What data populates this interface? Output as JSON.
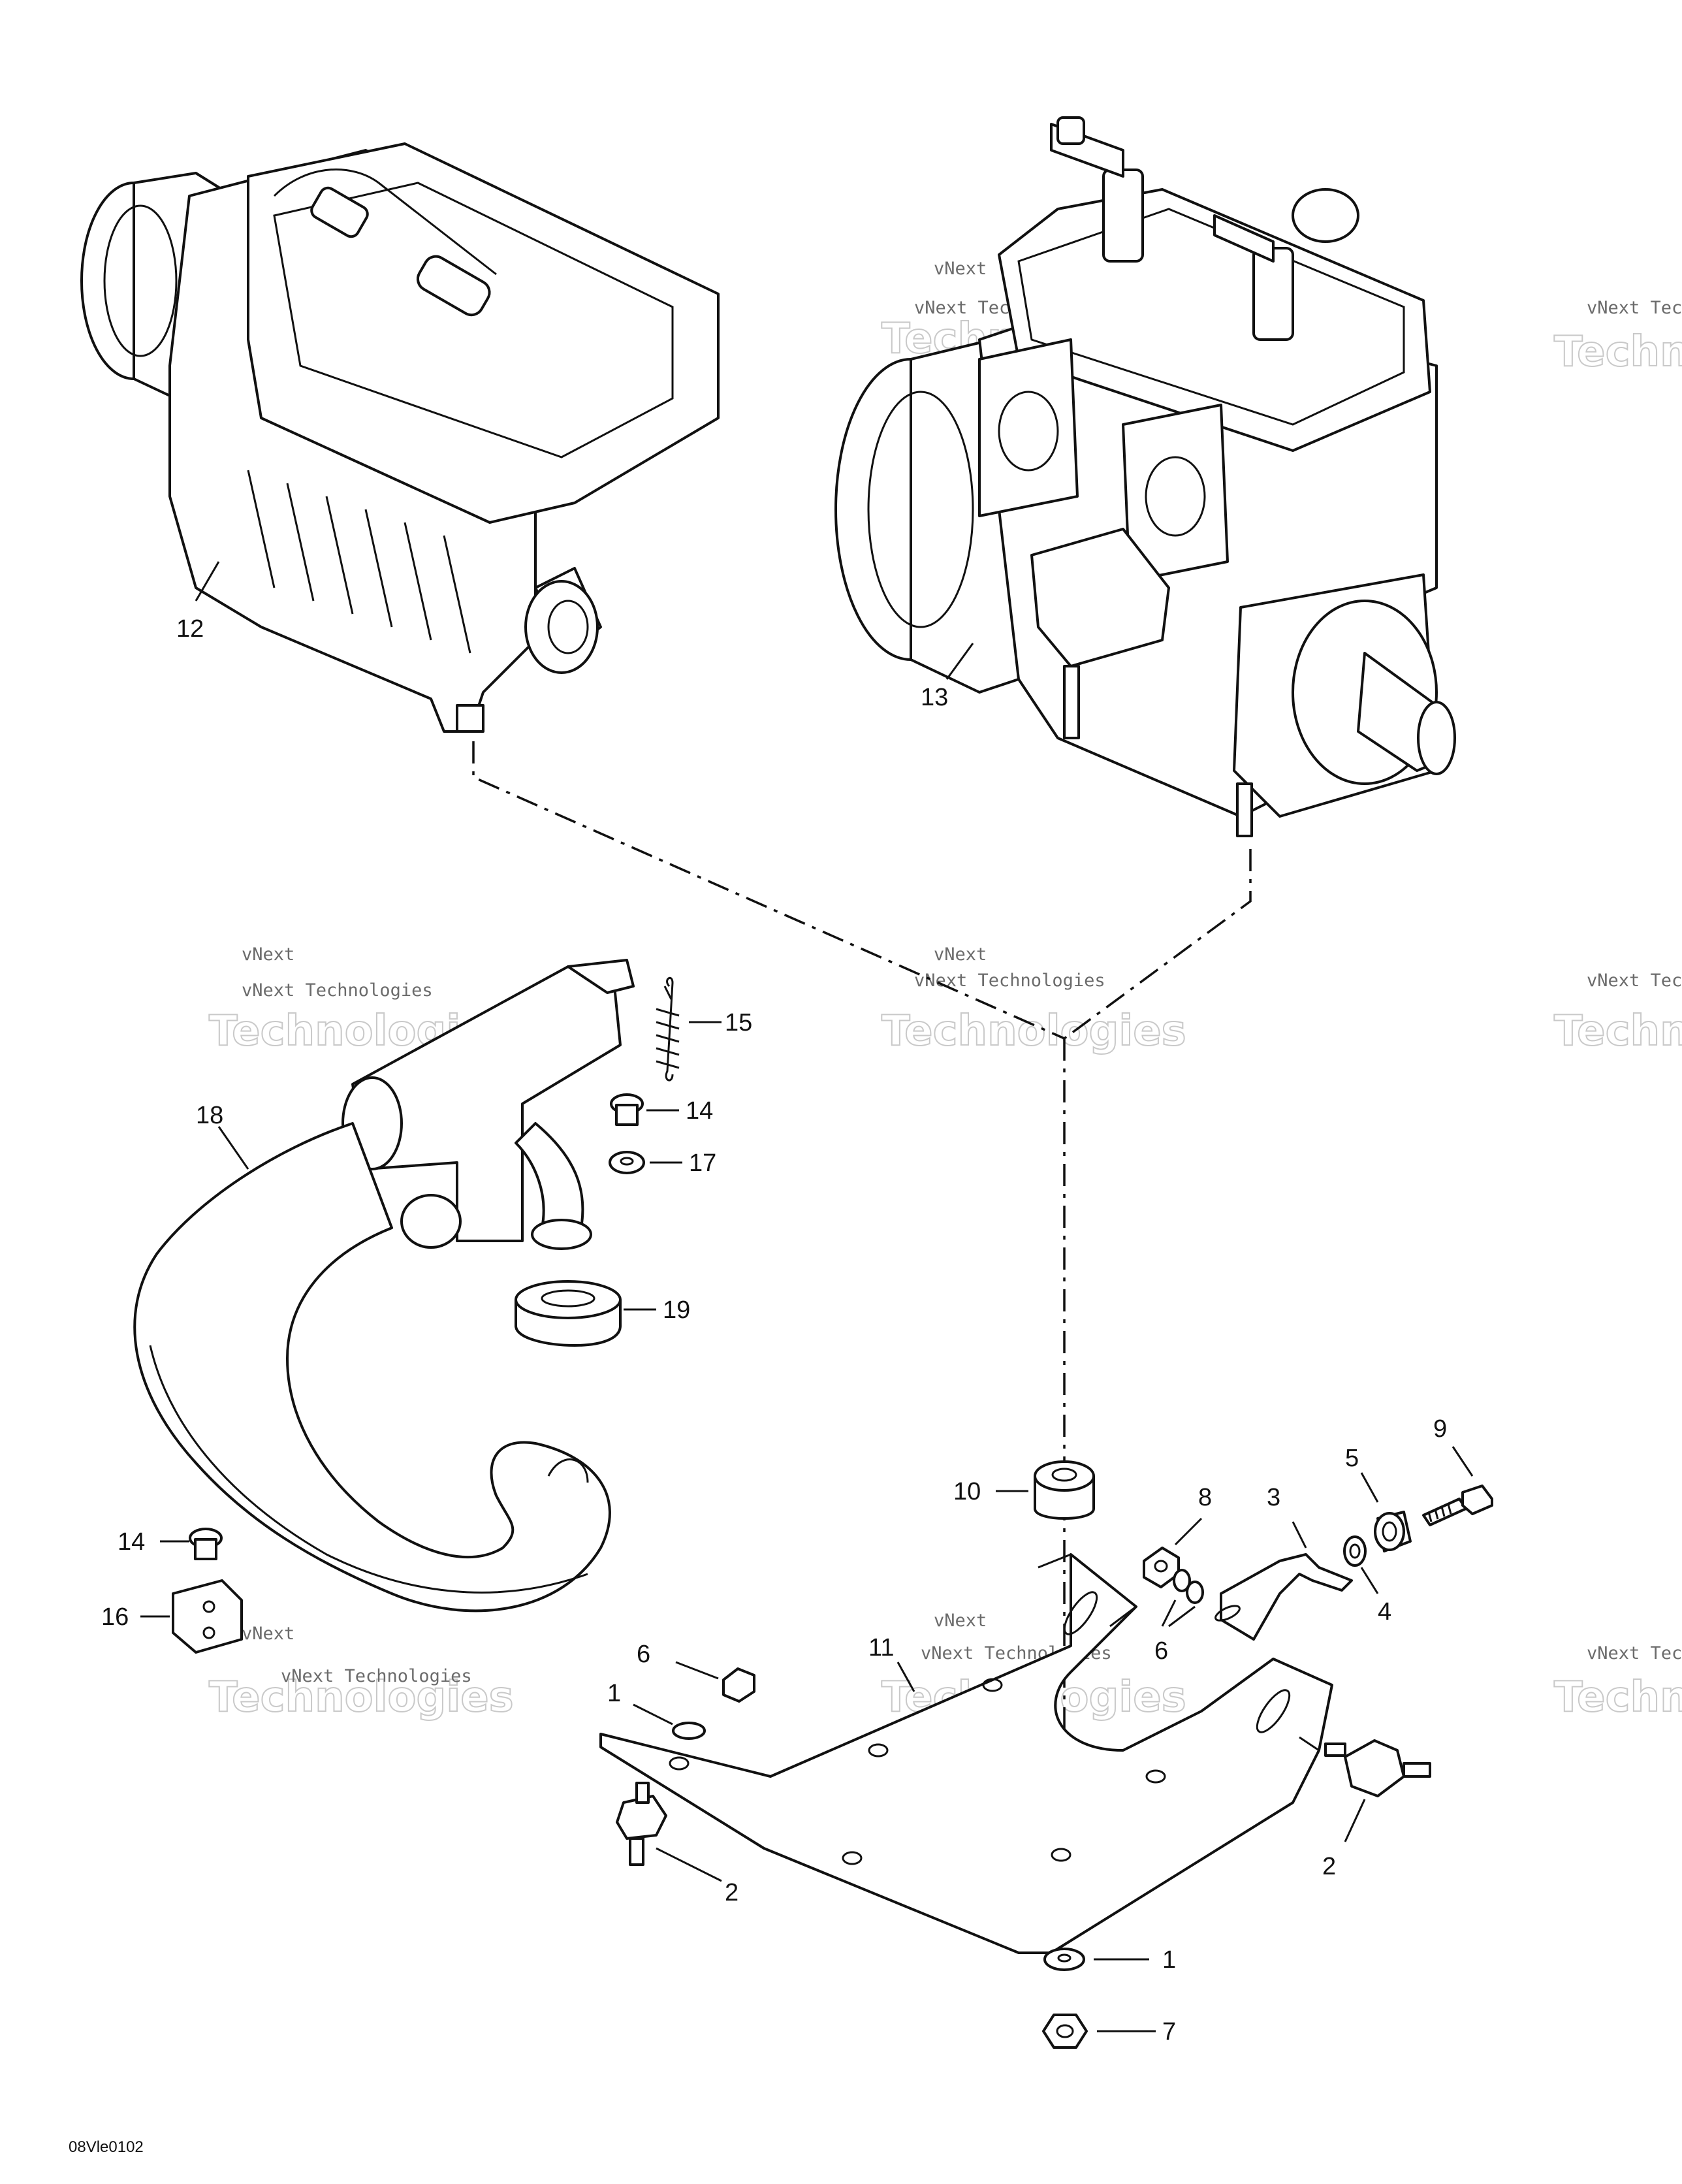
{
  "watermark": {
    "line1": "vNext Technologies",
    "line2": "Technologies",
    "line3": "vNext"
  },
  "reference_code": "08Vle0102",
  "callouts": {
    "c1": "1",
    "c2": "2",
    "c3": "3",
    "c4": "4",
    "c5": "5",
    "c6": "6",
    "c7": "7",
    "c8": "8",
    "c9": "9",
    "c10": "10",
    "c11": "11",
    "c12": "12",
    "c13": "13",
    "c14": "14",
    "c15": "15",
    "c16": "16",
    "c17": "17",
    "c18": "18",
    "c19": "19"
  }
}
